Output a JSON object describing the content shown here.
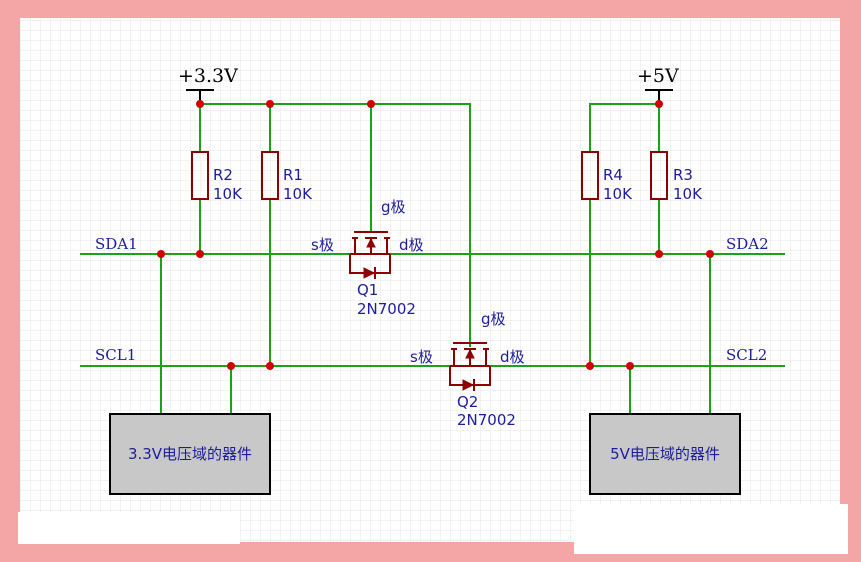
{
  "power": {
    "v33": "+3.3V",
    "v5": "+5V"
  },
  "nets": {
    "sda1": "SDA1",
    "scl1": "SCL1",
    "sda2": "SDA2",
    "scl2": "SCL2"
  },
  "resistors": [
    {
      "ref": "R2",
      "value": "10K"
    },
    {
      "ref": "R1",
      "value": "10K"
    },
    {
      "ref": "R4",
      "value": "10K"
    },
    {
      "ref": "R3",
      "value": "10K"
    }
  ],
  "mosfets": [
    {
      "ref": "Q1",
      "part": "2N7002",
      "gate": "g极",
      "source": "s极",
      "drain": "d极"
    },
    {
      "ref": "Q2",
      "part": "2N7002",
      "gate": "g极",
      "source": "s极",
      "drain": "d极"
    }
  ],
  "boxes": {
    "left": "3.3V电压域的器件",
    "right": "5V电压域的器件"
  }
}
